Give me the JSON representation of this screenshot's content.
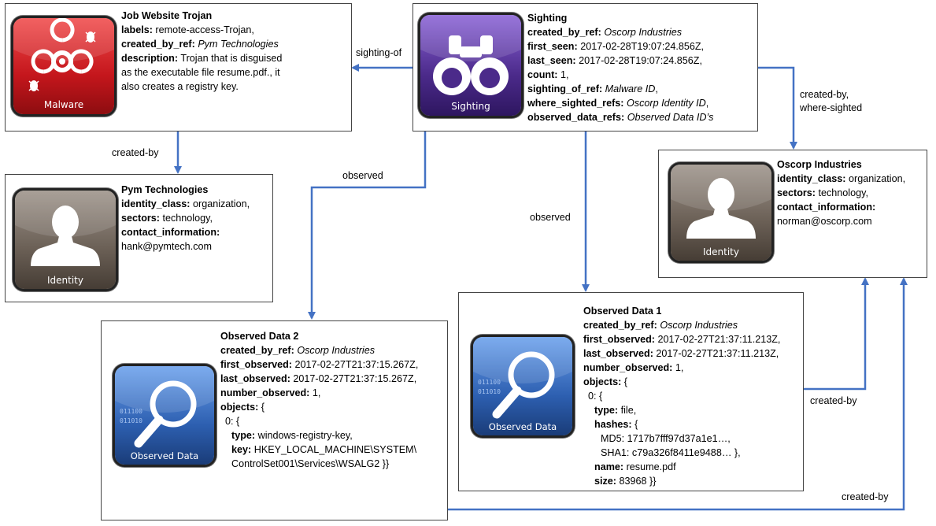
{
  "malware": {
    "title": "Job Website Trojan",
    "labels_key": "labels:",
    "labels_val": " remote-access-Trojan,",
    "created_key": "created_by_ref:",
    "created_val": "Pym Technologies",
    "desc_key": "description:",
    "desc_val1": " Trojan that is disguised",
    "desc_val2": "as the executable file resume.pdf., it",
    "desc_val3": "also creates a registry key.",
    "icon_caption": "Malware"
  },
  "sighting": {
    "title": "Sighting",
    "created_key": "created_by_ref:",
    "created_val": "Oscorp Industries",
    "first_key": "first_seen:",
    "first_val": " 2017-02-28T19:07:24.856Z,",
    "last_key": "last_seen:",
    "last_val": " 2017-02-28T19:07:24.856Z,",
    "count_key": "count:",
    "count_val": " 1,",
    "sof_key": "sighting_of_ref:",
    "sof_val": "Malware ID",
    "sof_tail": ",",
    "where_key": "where_sighted_refs:",
    "where_val": "Oscorp Identity ID",
    "where_tail": ",",
    "obs_key": "observed_data_refs:",
    "obs_val": "Observed Data ID’s",
    "icon_caption": "Sighting"
  },
  "pym": {
    "title": "Pym Technologies",
    "class_key": "identity_class:",
    "class_val": " organization,",
    "sectors_key": "sectors:",
    "sectors_val": " technology,",
    "contact_key": "contact_information:",
    "contact_val": "hank@pymtech.com",
    "icon_caption": "Identity"
  },
  "oscorp": {
    "title": "Oscorp Industries",
    "class_key": "identity_class:",
    "class_val": " organization,",
    "sectors_key": "sectors:",
    "sectors_val": " technology,",
    "contact_key": "contact_information:",
    "contact_val": "norman@oscorp.com",
    "icon_caption": "Identity"
  },
  "obs1": {
    "title": "Observed Data 1",
    "created_key": "created_by_ref:",
    "created_val": "Oscorp Industries",
    "first_key": "first_observed:",
    "first_val": " 2017-02-27T21:37:11.213Z,",
    "last_key": "last_observed:",
    "last_val": " 2017-02-27T21:37:11.213Z,",
    "num_key": "number_observed:",
    "num_val": " 1,",
    "objects_key": "objects:",
    "objects_open": " {",
    "zero": "0: {",
    "type_key": "type:",
    "type_val": " file,",
    "hashes_key": "hashes:",
    "hashes_open": " {",
    "md5": "MD5: 1717b7fff97d37a1e1…,",
    "sha1": "SHA1: c79a326f8411e9488… },",
    "name_key": "name:",
    "name_val": " resume.pdf",
    "size_key": "size:",
    "size_val": " 83968 }}",
    "icon_caption": "Observed Data",
    "icon_digits1": "011100",
    "icon_digits2": "011010"
  },
  "obs2": {
    "title": "Observed Data 2",
    "created_key": "created_by_ref:",
    "created_val": "Oscorp Industries",
    "first_key": "first_observed:",
    "first_val": " 2017-02-27T21:37:15.267Z,",
    "last_key": "last_observed:",
    "last_val": " 2017-02-27T21:37:15.267Z,",
    "num_key": "number_observed:",
    "num_val": " 1,",
    "objects_key": "objects:",
    "objects_open": " {",
    "zero": "0: {",
    "type_key": "type:",
    "type_val": " windows-registry-key,",
    "key_key": "key:",
    "key_val": " HKEY_LOCAL_MACHINE\\SYSTEM\\",
    "key_val2": "ControlSet001\\Services\\WSALG2 }}",
    "icon_caption": "Observed Data",
    "icon_digits1": "011100",
    "icon_digits2": "011010"
  },
  "edges": {
    "sighting_of": "sighting-of",
    "created_by_1": "created-by",
    "observed_1": "observed",
    "observed_2": "observed",
    "created_by_where_1": "created-by,",
    "created_by_where_2": "where-sighted",
    "created_by_2": "created-by",
    "created_by_3": "created-by"
  },
  "colors": {
    "edge": "#4472c4",
    "malware": "#c4161c",
    "sighting": "#4b2a8a",
    "identity": "#6a5f55",
    "observed": "#2d5fb0"
  }
}
